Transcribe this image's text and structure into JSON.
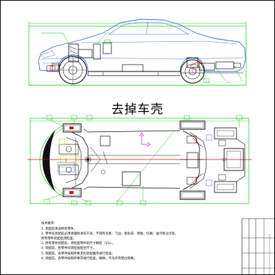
{
  "drawing": {
    "title": "去掉车壳",
    "notes_heading": "技术要求：",
    "notes": [
      "1. 装配前清洗所有零件。",
      "2. 零件在装配前必须清理和清洗干净，不得有毛刺、飞边、氧化皮、锈蚀、切屑、油污和沾污等。",
      "所有零件装配后须检查。",
      "3. 所有零件装配前，须检查零件的尺寸精度（1%）。",
      "4. 装配前，各零件均须检查配合尺寸。",
      "5. 装配前，各零件按照所要求的装配顺序进行检查。",
      "6. 装配前，各零件按照所要求进行检查，确保，不允许有错位现象。"
    ]
  },
  "colors": {
    "outline": "#2b66d9",
    "frame": "#00c800",
    "chassis": "#000000",
    "centerline": "#e00000",
    "axis_marker": "#d000d0"
  }
}
